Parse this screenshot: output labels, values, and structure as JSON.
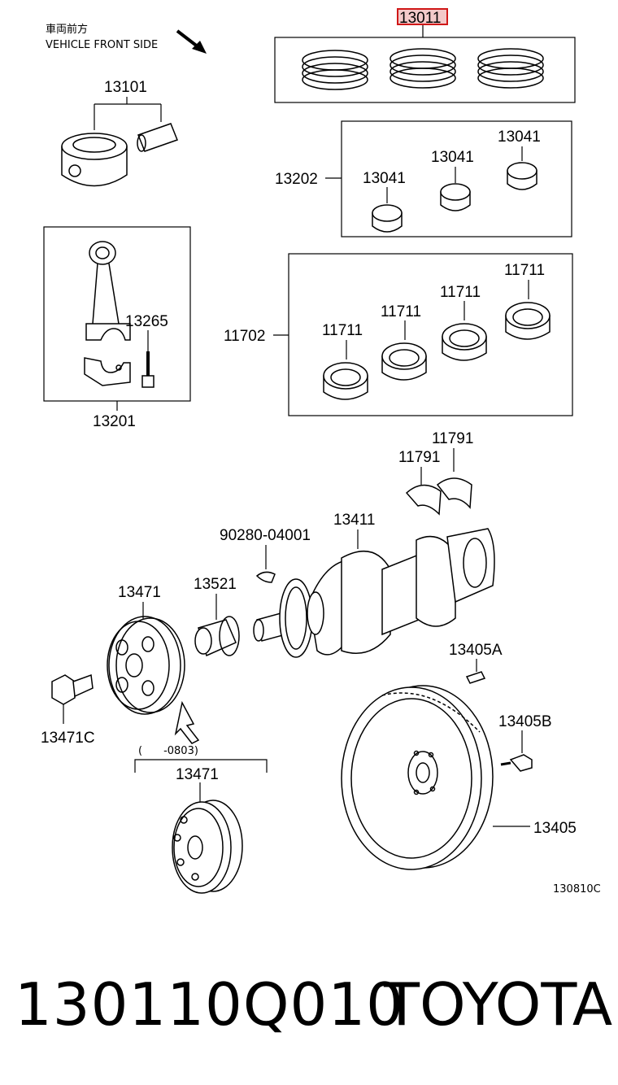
{
  "header": {
    "direction_jp": "車両前方",
    "direction_en": "VEHICLE FRONT SIDE",
    "highlighted_part": "13011"
  },
  "parts": {
    "piston": "13101",
    "bearing_set_rod": "13202",
    "rod_bearing_1": "13041",
    "rod_bearing_2": "13041",
    "rod_bearing_3": "13041",
    "conrod_assy": "13201",
    "conrod_bolt": "13265",
    "main_bearing_set": "11702",
    "main_bearing_1": "11711",
    "main_bearing_2": "11711",
    "main_bearing_3": "11711",
    "main_bearing_4": "11711",
    "thrust_washer_1": "11791",
    "thrust_washer_2": "11791",
    "key": "90280-04001",
    "crankshaft": "13411",
    "pulley_main": "13471",
    "timing_gear": "13521",
    "pulley_bolt": "13471C",
    "pin": "13405A",
    "flywheel_bolt": "13405B",
    "flywheel": "13405",
    "range_note": "(　　-0803)",
    "pulley_alt": "13471"
  },
  "diagram_code": "130810C",
  "footer": {
    "part_number": "130110Q010",
    "brand": "TOYOTA"
  },
  "colors": {
    "highlight_border": "#d01818",
    "highlight_fill": "#f3c9c9",
    "line": "#000000"
  }
}
